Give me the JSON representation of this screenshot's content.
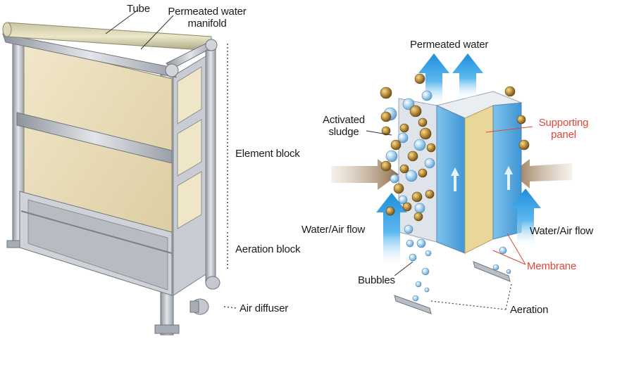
{
  "colors": {
    "background": "#ffffff",
    "label_text": "#1b1b1b",
    "label_red": "#e0463a",
    "membrane_panel": "#eadfbe",
    "frame_steel": "#b9bec6",
    "flow_arrow_blue": "#2f9be0",
    "water_arrow_brown": "#a08060",
    "bubble_blue": "#9cc8e6",
    "sludge_brown": "#9a7431"
  },
  "left_diagram": {
    "labels": {
      "tube": "Tube",
      "manifold_line1": "Permeated water",
      "manifold_line2": "manifold",
      "element_block": "Element block",
      "aeration_block": "Aeration block",
      "air_diffuser": "Air diffuser"
    }
  },
  "right_diagram": {
    "labels": {
      "permeated_water": "Permeated water",
      "activated_line1": "Activated",
      "activated_line2": "sludge",
      "supporting_line1": "Supporting",
      "supporting_line2": "panel",
      "flow_left": "Water/Air flow",
      "flow_right": "Water/Air flow",
      "membrane": "Membrane",
      "bubbles": "Bubbles",
      "aeration": "Aeration"
    }
  }
}
